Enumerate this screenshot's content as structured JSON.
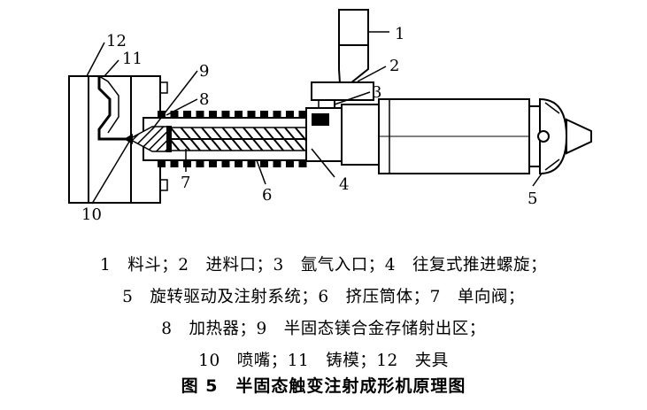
{
  "diagram": {
    "callouts": [
      "1",
      "2",
      "3",
      "4",
      "5",
      "6",
      "7",
      "8",
      "9",
      "10",
      "11",
      "12"
    ]
  },
  "legend": {
    "lines": [
      "1　料斗；2　进料口；3　氩气入口；4　往复式推进螺旋；",
      "5　旋转驱动及注射系统；6　挤压筒体；7　单向阀；",
      "8　加热器；9　半固态镁合金存储射出区；",
      "10　喷嘴；11　铸模；12　夹具"
    ]
  },
  "caption": "图 5　半固态触变注射成形机原理图"
}
